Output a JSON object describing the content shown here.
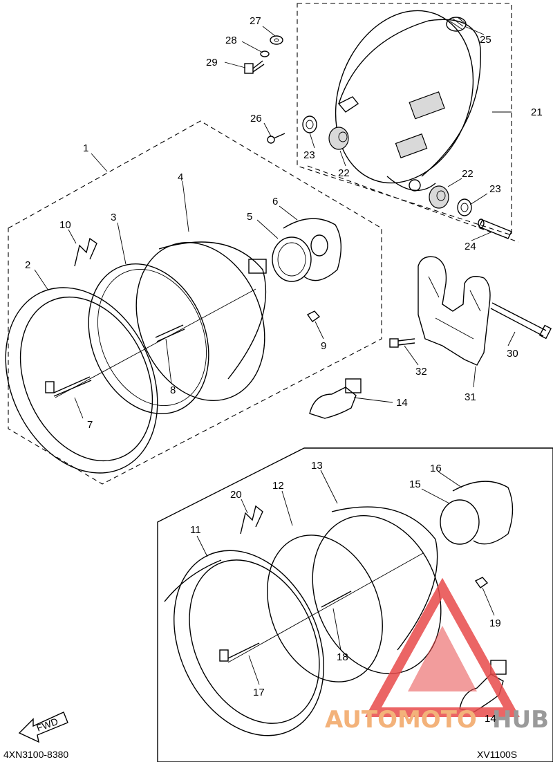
{
  "figure_code": "4XN3100-8380",
  "model": "XV1100S",
  "fwd_label": "FWD",
  "watermark": {
    "part1": "AUTOMOTO",
    "part2": "HUB",
    "color_primary": "#e84a4a",
    "color_text": "#f3b27a"
  },
  "callouts": {
    "c1": "1",
    "c2": "2",
    "c3": "3",
    "c4": "4",
    "c5": "5",
    "c6": "6",
    "c7": "7",
    "c8": "8",
    "c9": "9",
    "c10": "10",
    "c11": "11",
    "c12": "12",
    "c13": "13",
    "c14a": "14",
    "c14b": "14",
    "c15": "15",
    "c16": "16",
    "c17": "17",
    "c18": "18",
    "c19": "19",
    "c20": "20",
    "c21": "21",
    "c22a": "22",
    "c22b": "22",
    "c23a": "23",
    "c23b": "23",
    "c24": "24",
    "c25": "25",
    "c26": "26",
    "c27": "27",
    "c28": "28",
    "c29": "29",
    "c30": "30",
    "c31": "31",
    "c32": "32"
  }
}
